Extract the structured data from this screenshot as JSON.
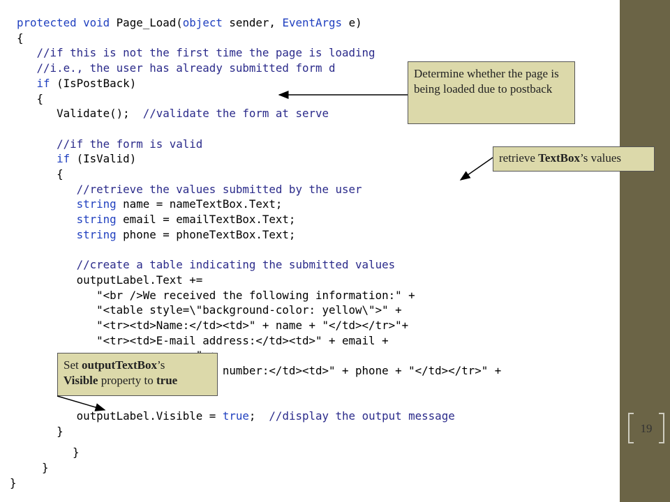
{
  "code_lines": [
    {
      "id": "l1",
      "segments": [
        {
          "t": "kw",
          "v": "protected void "
        },
        {
          "t": "",
          "v": "Page_Load("
        },
        {
          "t": "kw",
          "v": "object "
        },
        {
          "t": "",
          "v": "sender, "
        },
        {
          "t": "kw",
          "v": "EventArgs "
        },
        {
          "t": "",
          "v": "e)"
        }
      ]
    },
    {
      "id": "l2",
      "segments": [
        {
          "t": "",
          "v": "{"
        }
      ]
    },
    {
      "id": "l3",
      "segments": [
        {
          "t": "cm",
          "v": "   //if this is not the first time the page is loading"
        }
      ]
    },
    {
      "id": "l4",
      "segments": [
        {
          "t": "cm",
          "v": "   //i.e., the user has already submitted form d"
        }
      ]
    },
    {
      "id": "l5",
      "segments": [
        {
          "t": "kw",
          "v": "   if "
        },
        {
          "t": "",
          "v": "(IsPostBack)"
        }
      ]
    },
    {
      "id": "l6",
      "segments": [
        {
          "t": "",
          "v": "   {"
        }
      ]
    },
    {
      "id": "l7",
      "segments": [
        {
          "t": "",
          "v": "      Validate(); "
        },
        {
          "t": "cm",
          "v": " //validate the form at serve"
        }
      ]
    },
    {
      "id": "l8",
      "segments": []
    },
    {
      "id": "l9",
      "segments": [
        {
          "t": "cm",
          "v": "      //if the form is valid"
        }
      ]
    },
    {
      "id": "l10",
      "segments": [
        {
          "t": "kw",
          "v": "      if "
        },
        {
          "t": "",
          "v": "(IsValid)"
        }
      ]
    },
    {
      "id": "l11",
      "segments": [
        {
          "t": "",
          "v": "      {"
        }
      ]
    },
    {
      "id": "l12",
      "segments": [
        {
          "t": "cm",
          "v": "         //retrieve the values submitted by the user"
        }
      ]
    },
    {
      "id": "l13",
      "segments": [
        {
          "t": "kw",
          "v": "         string "
        },
        {
          "t": "",
          "v": "name = nameTextBox.Text;"
        }
      ]
    },
    {
      "id": "l14",
      "segments": [
        {
          "t": "kw",
          "v": "         string "
        },
        {
          "t": "",
          "v": "email = emailTextBox.Text;"
        }
      ]
    },
    {
      "id": "l15",
      "segments": [
        {
          "t": "kw",
          "v": "         string "
        },
        {
          "t": "",
          "v": "phone = phoneTextBox.Text;"
        }
      ]
    },
    {
      "id": "l16",
      "segments": []
    },
    {
      "id": "l17",
      "segments": [
        {
          "t": "cm",
          "v": "         //create a table indicating the submitted values"
        }
      ]
    },
    {
      "id": "l18",
      "segments": [
        {
          "t": "",
          "v": "         outputLabel.Text +="
        }
      ]
    },
    {
      "id": "l19",
      "segments": [
        {
          "t": "",
          "v": "            \"<br />We received the following information:\" +"
        }
      ]
    },
    {
      "id": "l20",
      "segments": [
        {
          "t": "",
          "v": "            \"<table style=\\\"background-color: yellow\\\">\" +"
        }
      ]
    },
    {
      "id": "l21",
      "segments": [
        {
          "t": "",
          "v": "            \"<tr><td>Name:</td><td>\" + name + \"</td></tr>\"+"
        }
      ]
    },
    {
      "id": "l22",
      "segments": [
        {
          "t": "",
          "v": "            \"<tr><td>E-mail address:</td><td>\" + email +"
        }
      ]
    },
    {
      "id": "l23",
      "segments": [
        {
          "t": "",
          "v": "                         r>\" +"
        }
      ]
    },
    {
      "id": "l24",
      "segments": [
        {
          "t": "",
          "v": "                         Phone number:</td><td>\" + phone + \"</td></tr>\" +"
        }
      ]
    },
    {
      "id": "l25",
      "segments": [
        {
          "t": "",
          "v": "                         \";"
        }
      ]
    },
    {
      "id": "l26",
      "segments": []
    },
    {
      "id": "l27",
      "segments": [
        {
          "t": "",
          "v": "         outputLabel.Visible = "
        },
        {
          "t": "kw",
          "v": "true"
        },
        {
          "t": "",
          "v": ";  "
        },
        {
          "t": "cm",
          "v": "//display the output message"
        }
      ]
    },
    {
      "id": "l28",
      "segments": [
        {
          "t": "",
          "v": "      }"
        }
      ]
    }
  ],
  "tail_lines": [
    "}",
    "}",
    "}"
  ],
  "callouts": {
    "postback": "Determine whether the page is being loaded due to postback",
    "retrieve_prefix": "retrieve ",
    "retrieve_bold": "TextBox",
    "retrieve_suffix": "’s values",
    "set_prefix": "Set ",
    "set_bold1": "outputTextBox",
    "set_mid": "’s",
    "set_bold2": "Visible",
    "set_mid2": " property to ",
    "set_bold3": "true"
  },
  "page_number": "19",
  "colors": {
    "keyword": "#1f3fbf",
    "comment": "#2a2a8a",
    "callout_bg": "#dcd9aa",
    "sidebar": "#6b6446"
  }
}
